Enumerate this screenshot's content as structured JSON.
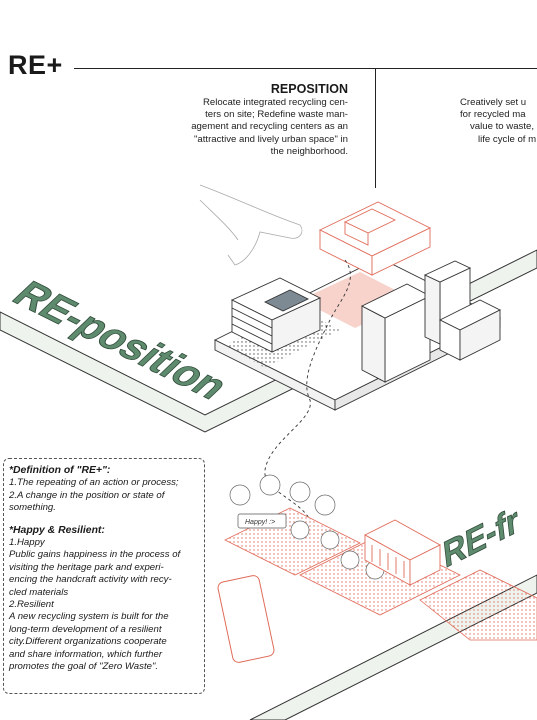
{
  "title": "RE+",
  "reposition": {
    "heading": "REPOSITION",
    "lines": [
      "Relocate integrated recycling cen-",
      "ters on site; Redefine waste man-",
      "agement and recycling centers as an",
      "\"attractive and lively urban space\" in",
      "the neighborhood."
    ]
  },
  "right_text": {
    "lines": [
      "Creatively set u",
      "for recycled ma",
      "value to waste,",
      "life cycle of m"
    ]
  },
  "big_labels": {
    "reposition": "RE-position",
    "partial": "RE-fr"
  },
  "bubble": "Happy! :>",
  "definition": {
    "heading": "*Definition of \"RE+\":",
    "items": [
      "1.The repeating of an action or process;",
      "2.A change in the position or state of",
      "something."
    ]
  },
  "happy": {
    "heading": "*Happy & Resilient:",
    "sub1": "1.Happy",
    "text1": [
      "Public gains happiness in the process of",
      "visiting the heritage park and experi-",
      "encing the handcraft activity with recy-",
      "cled materials"
    ],
    "sub2": "2.Resilient",
    "text2": [
      "A new recycling system is built for the",
      "long-term development of a resilient",
      "city.Different organizations cooperate",
      "and share information, which further",
      "promotes the goal of \"Zero Waste\"."
    ]
  },
  "colors": {
    "accent_green": "#5e8a6e",
    "accent_red": "#e06c5a",
    "pink_fill": "#f7d3cc"
  }
}
